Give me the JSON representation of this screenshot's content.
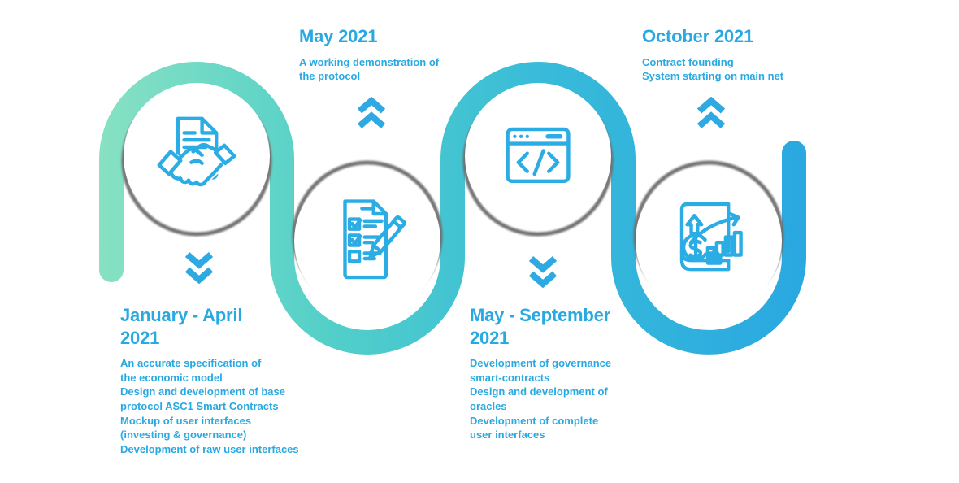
{
  "page": {
    "type": "product-roadmap-timeline",
    "background": "#FFFFFF"
  },
  "colors": {
    "accent_blue": "#29A9E1",
    "icon_blue": "#2CACE4",
    "chevron_blue": "#2FA9E2",
    "path_gradient_start": "#87E1C2",
    "path_gradient_mid1": "#52CFC9",
    "path_gradient_mid2": "#38BBD9",
    "path_gradient_end": "#29A8E1",
    "circle_shadow_gray": "#6D6D6D"
  },
  "milestones": [
    {
      "title": "January - April\n2021",
      "description": "An accurate specification of\nthe economic model\nDesign and development of base\nprotocol ASC1 Smart Contracts\nMockup of user interfaces\n(investing & governance)\nDevelopment of raw user interfaces",
      "icon": "contract-handshake-icon",
      "arrow_direction": "down"
    },
    {
      "title": "May 2021",
      "description": "A working demonstration of\nthe protocol",
      "icon": "checklist-pencil-icon",
      "arrow_direction": "up"
    },
    {
      "title": "May - September\n2021",
      "description": "Development of governance\nsmart-contracts\nDesign and development of\noracles\nDevelopment of complete\nuser interfaces",
      "icon": "code-window-icon",
      "arrow_direction": "down"
    },
    {
      "title": "October 2021",
      "description": "Contract founding\nSystem starting on main net",
      "icon": "growth-report-icon",
      "arrow_direction": "up"
    }
  ]
}
